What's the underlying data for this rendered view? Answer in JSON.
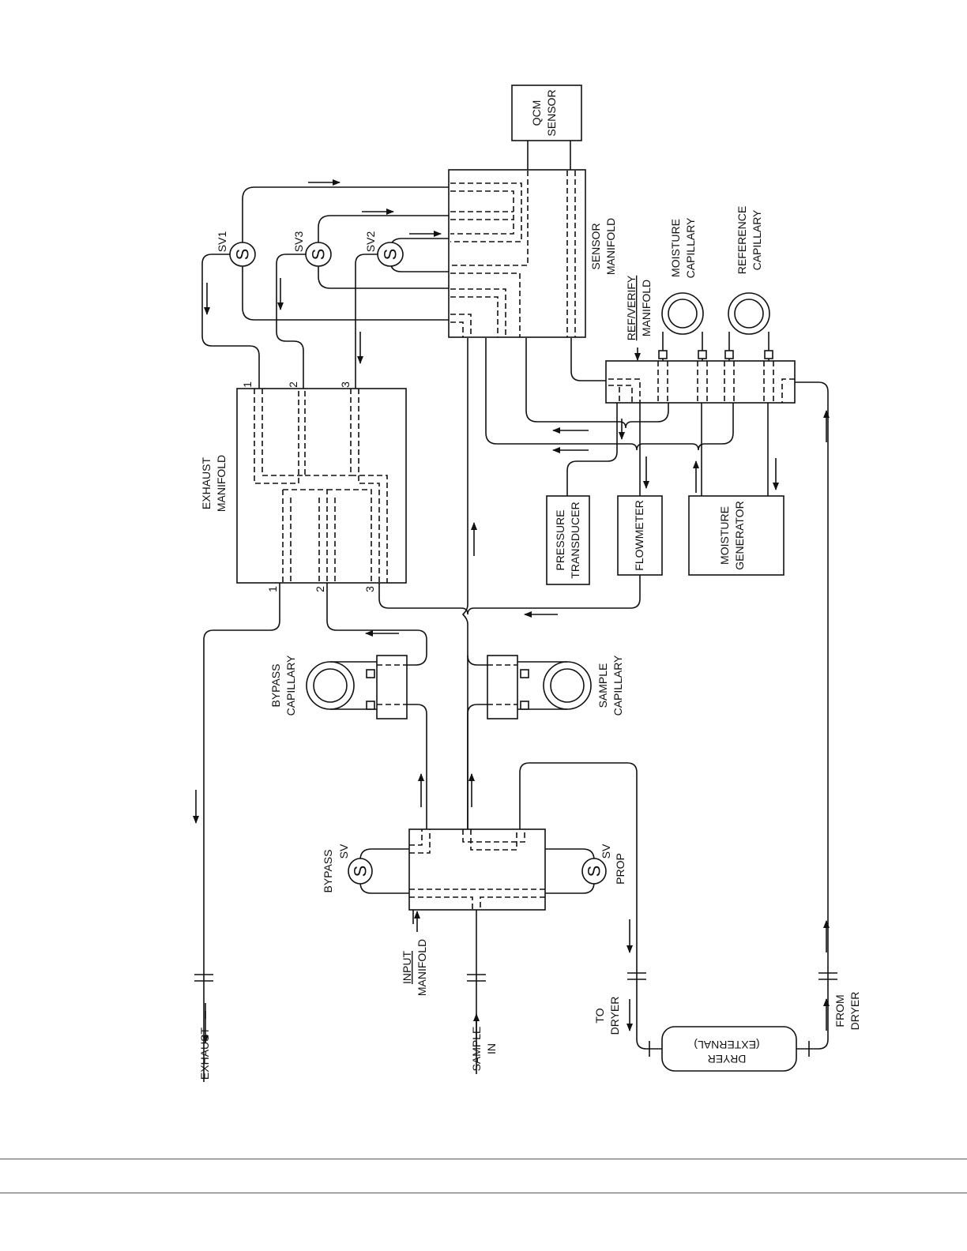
{
  "labels": {
    "qcm_sensor": [
      "QCM",
      "SENSOR"
    ],
    "sensor_manifold": [
      "SENSOR",
      "MANIFOLD"
    ],
    "exhaust_manifold": [
      "EXHAUST",
      "MANIFOLD"
    ],
    "ref_verify_manifold": [
      "REF/VERIFY",
      "MANIFOLD"
    ],
    "moisture_capillary": [
      "MOISTURE",
      "CAPILLARY"
    ],
    "reference_capillary": [
      "REFERENCE",
      "CAPILLARY"
    ],
    "pressure_transducer": [
      "PRESSURE",
      "TRANSDUCER"
    ],
    "flowmeter": "FLOWMETER",
    "moisture_generator": [
      "MOISTURE",
      "GENERATOR"
    ],
    "bypass_capillary": [
      "BYPASS",
      "CAPILLARY"
    ],
    "sample_capillary": [
      "SAMPLE",
      "CAPILLARY"
    ],
    "input_manifold": [
      "INPUT",
      "MANIFOLD"
    ],
    "bypass_valve": "BYPASS",
    "prop_valve": "PROP",
    "sv": "SV",
    "sv1": "SV1",
    "sv2": "SV2",
    "sv3": "SV3",
    "port1": "1",
    "port2": "2",
    "port3": "3",
    "valve_symbol": "S",
    "exhaust": "EXHAUST",
    "sample_in": [
      "SAMPLE",
      "IN"
    ],
    "to_dryer": [
      "TO",
      "DRYER"
    ],
    "from_dryer": [
      "FROM",
      "DRYER"
    ],
    "dryer": [
      "DRYER",
      "(EXTERNAL)"
    ]
  },
  "colors": {
    "line": "#111111",
    "background": "#ffffff"
  }
}
